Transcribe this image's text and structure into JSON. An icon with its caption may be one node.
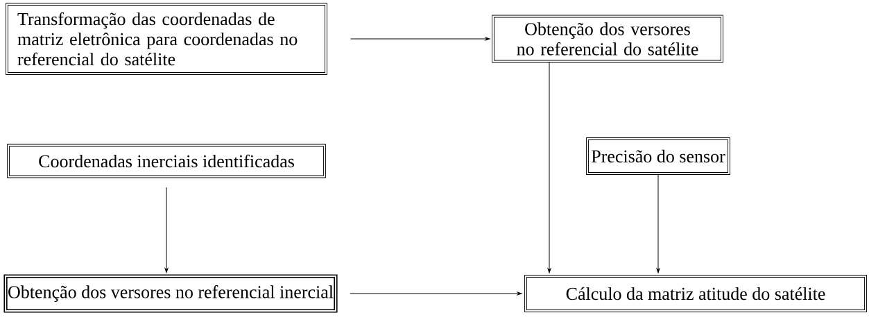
{
  "diagram": {
    "nodes": [
      {
        "text": [
          "Transformação das coordenadas de matriz eletrônica para coordenadas no referencial do satélite"
        ]
      },
      {
        "text": [
          "Obtenção dos versores no referencial do satélite"
        ]
      },
      {
        "text": [
          "Precisão do sensor"
        ]
      },
      {
        "text": [
          "Coordenadas inerciais identificadas"
        ]
      },
      {
        "text": [
          "Obtenção dos versores no referencial inercial"
        ]
      },
      {
        "text": [
          "Cálculo da matriz atitude do satélite"
        ]
      }
    ],
    "edges": [
      {
        "from": 0,
        "to": 1,
        "arrow": "to"
      },
      {
        "from": 1,
        "to": 5,
        "arrow": "to"
      },
      {
        "from": 2,
        "to": 5,
        "arrow": "to"
      },
      {
        "from": 3,
        "to": 4,
        "arrow": "to"
      },
      {
        "from": 4,
        "to": 5,
        "arrow": "to"
      }
    ]
  }
}
